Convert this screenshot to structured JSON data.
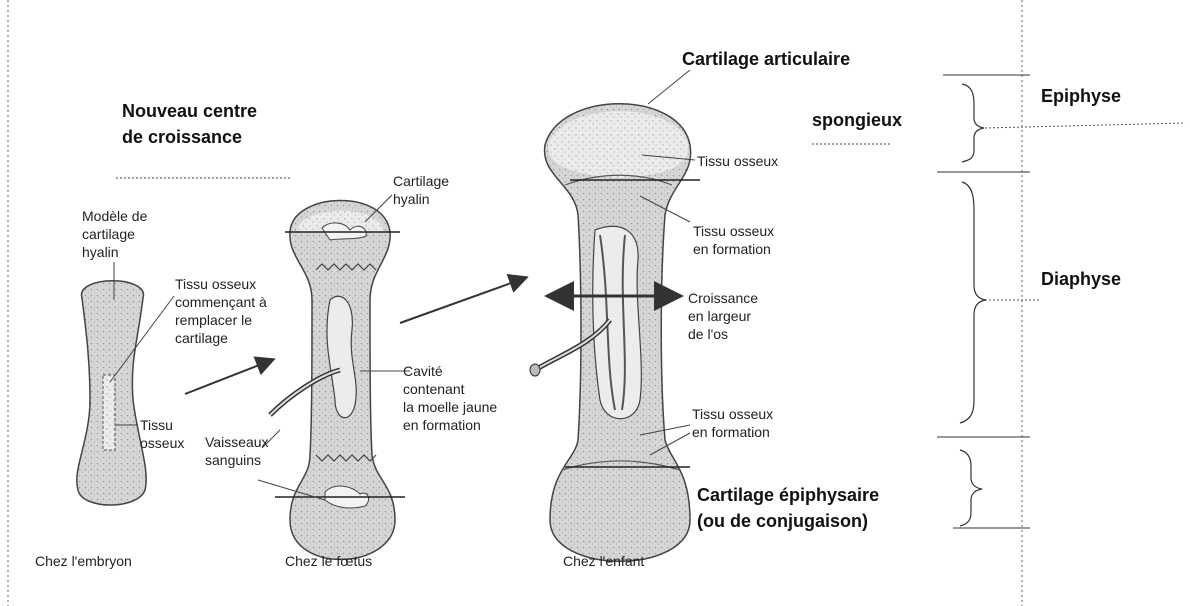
{
  "labels": {
    "new_center": "Nouveau centre\nde croissance",
    "model_cartilage": "Modèle de\ncartilage\nhyalin",
    "tissue_replacing": "Tissu osseux\ncommençant à\nremplacer le\ncartilage",
    "bone_tissue": "Tissu\nosseux",
    "vessels": "Vaisseaux\nsanguins",
    "hyaline_cartilage": "Cartilage\nhyalin",
    "cavity": "Cavité\ncontenant\nla moelle jaune\nen formation",
    "articular_cartilage": "Cartilage articulaire",
    "spongy": "spongieux",
    "bone_tissue_top": "Tissu osseux",
    "forming_tissue_top": "Tissu osseux\nen formation",
    "width_growth": "Croissance\nen largeur\nde l'os",
    "forming_tissue_bottom": "Tissu osseux\nen formation",
    "epiphyseal_cartilage": "Cartilage épiphysaire\n(ou de conjugaison)",
    "epiphysis": "Epiphyse",
    "diaphysis": "Diaphyse"
  },
  "captions": {
    "embryo": "Chez l'embryon",
    "fetus": "Chez le fœtus",
    "child": "Chez l'enfant"
  },
  "colors": {
    "bone_fill": "#d8d8d8",
    "cartilage_fill": "#eeeeee",
    "line": "#333333"
  }
}
